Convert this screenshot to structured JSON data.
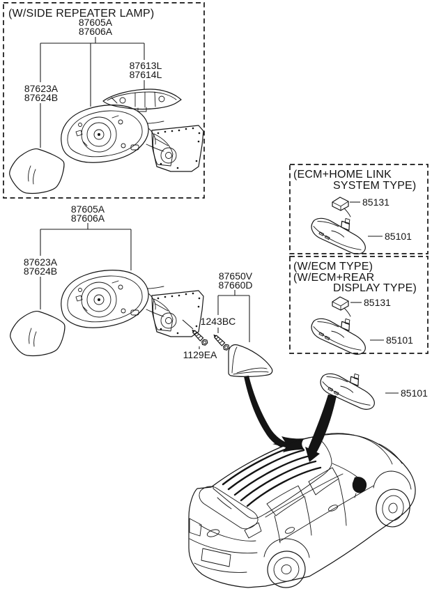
{
  "colors": {
    "ink": "#141414",
    "background": "#ffffff"
  },
  "repeater_lamp_box": {
    "title": "(W/SIDE REPEATER LAMP)",
    "mirror_assembly_label_line1": "87605A",
    "mirror_assembly_label_line2": "87606A",
    "repeater_lamp_label_line1": "87613L",
    "repeater_lamp_label_line2": "87614L",
    "mirror_glass_label_line1": "87623A",
    "mirror_glass_label_line2": "87624B"
  },
  "standard_mirror_assembly": {
    "mirror_assembly_label_line1": "87605A",
    "mirror_assembly_label_line2": "87606A",
    "mirror_glass_label_line1": "87623A",
    "mirror_glass_label_line2": "87624B",
    "mirror_cover_label_line1": "87650V",
    "mirror_cover_label_line2": "87660D",
    "cover_screw_label": "1243BC",
    "mounting_screw_label": "1129EA"
  },
  "ecm_homelink_box": {
    "title_line1": "(ECM+HOME LINK",
    "title_line2": "SYSTEM TYPE)",
    "wire_connector_label": "85131",
    "inside_mirror_label": "85101"
  },
  "ecm_box": {
    "title_line1": "(W/ECM TYPE)",
    "title_line2": "(W/ECM+REAR",
    "title_line3": "DISPLAY TYPE)",
    "wire_connector_label": "85131",
    "inside_mirror_label": "85101"
  },
  "standard_inside_mirror": {
    "inside_mirror_label": "85101"
  }
}
